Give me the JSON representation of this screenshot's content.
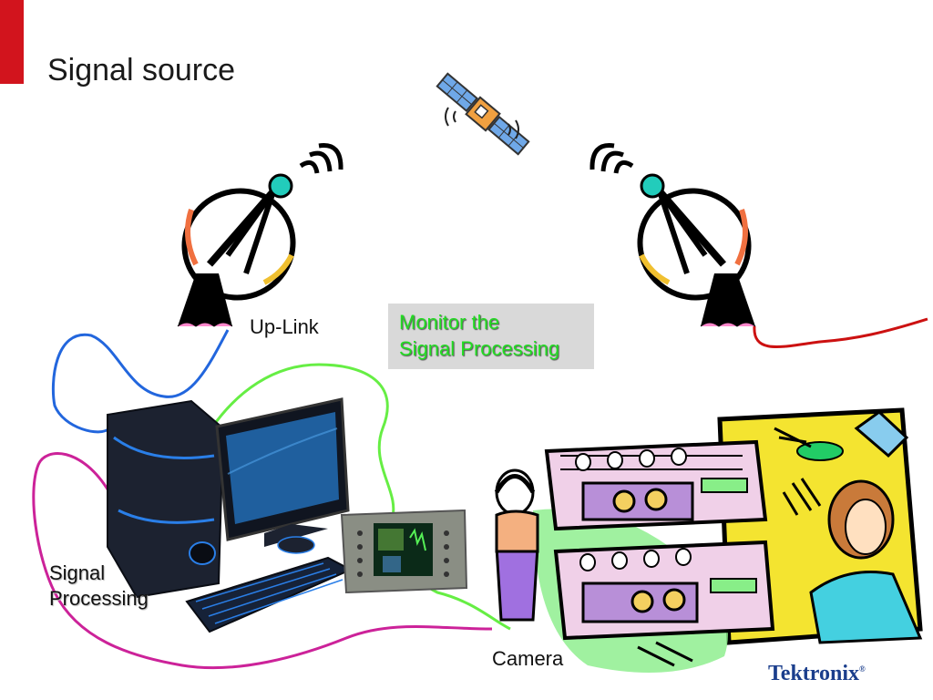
{
  "slide": {
    "title": "Signal source",
    "accent_color": "#d2141d"
  },
  "labels": {
    "uplink": "Up-Link",
    "monitor_line1": "Monitor the",
    "monitor_line2": "Signal Processing",
    "signal_line1": "Signal",
    "signal_line2": "Processing",
    "camera": "Camera"
  },
  "logo": {
    "text": "Tektronix",
    "mark": "®"
  },
  "illustrations": {
    "satellite": "satellite-icon",
    "left_dish": "satellite-dish-icon",
    "right_dish": "satellite-dish-icon",
    "computer": "desktop-computer-icon",
    "waveform_monitor": "waveform-monitor-icon",
    "broadcast_studio": "broadcast-studio-icon"
  },
  "cable_colors": {
    "blue": "#2266dd",
    "green": "#66ee44",
    "magenta": "#cc2299",
    "red": "#cc1111"
  }
}
